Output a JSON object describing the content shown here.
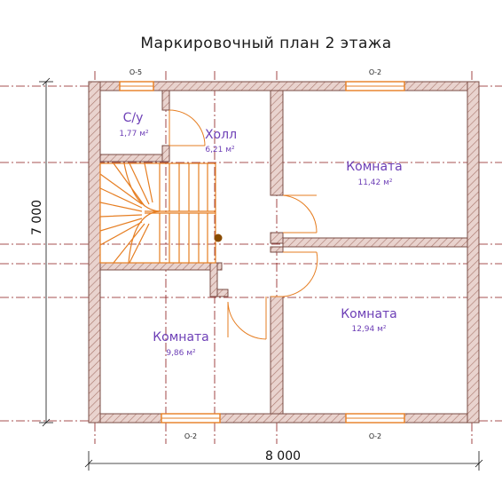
{
  "title": "Маркировочный план 2 этажа",
  "rooms": [
    {
      "name": "С/у",
      "area": "1,77 м²"
    },
    {
      "name": "Холл",
      "area": "6,21 м²"
    },
    {
      "name": "Комната",
      "area": "11,42 м²"
    },
    {
      "name": "Комната",
      "area": "12,94 м²"
    },
    {
      "name": "Комната",
      "area": "9,86 м²"
    }
  ],
  "windows": {
    "top_left": "О-5",
    "top_right": "О-2",
    "bottom_left": "О-2",
    "bottom_right": "О-2"
  },
  "dimensions": {
    "width": "8 000",
    "height": "7 000"
  },
  "colors": {
    "wall": "#c9a39c",
    "stairs": "#e67e22",
    "room_text": "#6d3fb6",
    "axis": "#8b1a1a"
  }
}
